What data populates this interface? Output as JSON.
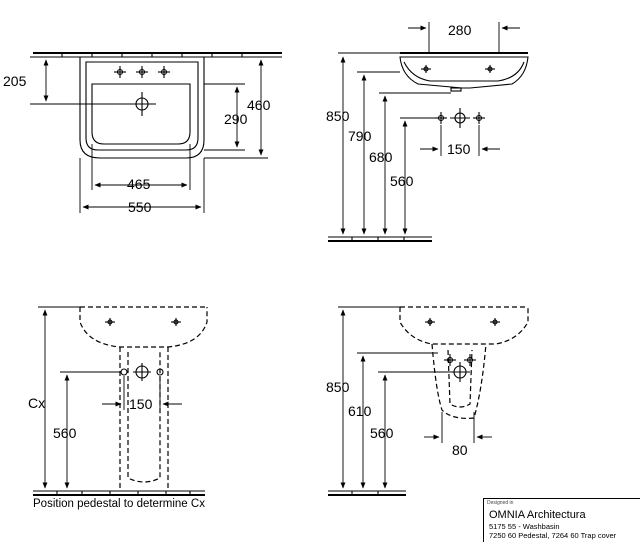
{
  "view_top": {
    "dim_width_inner": "465",
    "dim_width_outer": "550",
    "dim_depth": "460",
    "dim_basin_depth": "290",
    "dim_tap_offset": "205"
  },
  "view_side": {
    "dim_bowl": "280",
    "dim_height_1": "850",
    "dim_height_2": "790",
    "dim_height_3": "680",
    "dim_height_4": "560",
    "dim_spacing": "150"
  },
  "view_bottom_left": {
    "dim_cx": "Cx",
    "dim_height": "560",
    "dim_spacing": "150"
  },
  "view_bottom_right": {
    "dim_height_1": "850",
    "dim_height_2": "610",
    "dim_height_3": "560",
    "dim_width": "80"
  },
  "note": "Position pedestal to determine Cx",
  "title_block": {
    "brand": "Designed in",
    "title": "OMNIA Architectura",
    "line1": "5175 55 - Washbasin",
    "line2": "7250 60 Pedestal, 7264 60 Trap cover"
  }
}
